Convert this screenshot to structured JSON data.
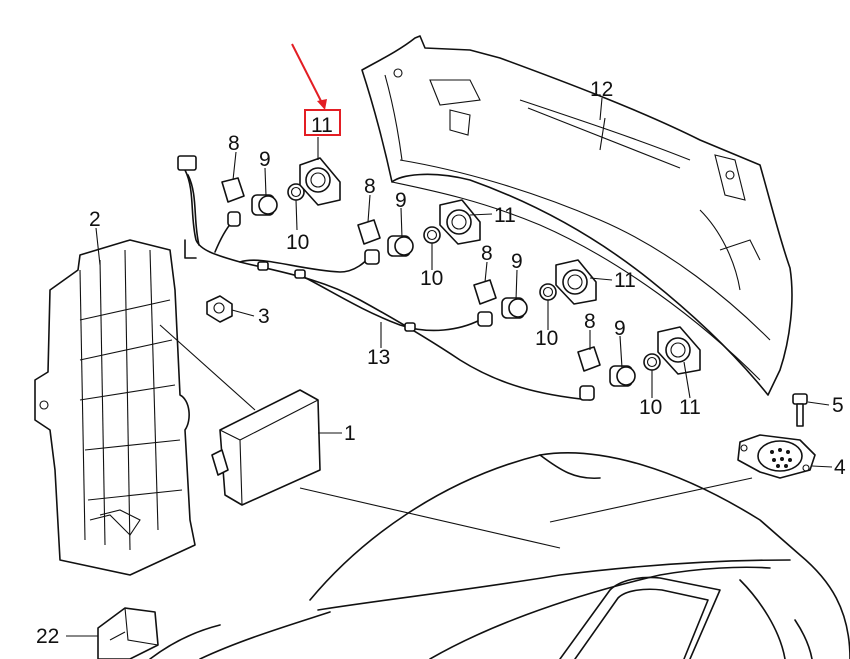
{
  "callouts": [
    {
      "id": "c1",
      "text": "1"
    },
    {
      "id": "c2",
      "text": "2"
    },
    {
      "id": "c3",
      "text": "3"
    },
    {
      "id": "c4",
      "text": "4"
    },
    {
      "id": "c5",
      "text": "5"
    },
    {
      "id": "c8a",
      "text": "8"
    },
    {
      "id": "c8b",
      "text": "8"
    },
    {
      "id": "c8c",
      "text": "8"
    },
    {
      "id": "c8d",
      "text": "8"
    },
    {
      "id": "c9a",
      "text": "9"
    },
    {
      "id": "c9b",
      "text": "9"
    },
    {
      "id": "c9c",
      "text": "9"
    },
    {
      "id": "c9d",
      "text": "9"
    },
    {
      "id": "c10a",
      "text": "10"
    },
    {
      "id": "c10b",
      "text": "10"
    },
    {
      "id": "c10c",
      "text": "10"
    },
    {
      "id": "c10d",
      "text": "10"
    },
    {
      "id": "c11a",
      "text": "11"
    },
    {
      "id": "c11b",
      "text": "11"
    },
    {
      "id": "c11c",
      "text": "11"
    },
    {
      "id": "c11d",
      "text": "11"
    },
    {
      "id": "c12",
      "text": "12"
    },
    {
      "id": "c13",
      "text": "13"
    },
    {
      "id": "c22",
      "text": "22"
    }
  ],
  "highlight": {
    "color": "#e31e24",
    "target": "11"
  },
  "colors": {
    "line": "#111111",
    "background": "#ffffff"
  }
}
